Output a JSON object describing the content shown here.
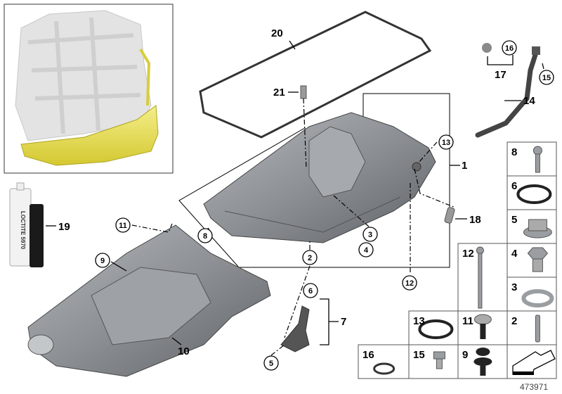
{
  "diagram": {
    "catalog_number": "473971",
    "product_label": "LOCTITE 5970",
    "plain_labels": [
      {
        "id": "20"
      },
      {
        "id": "21"
      },
      {
        "id": "17"
      },
      {
        "id": "14"
      },
      {
        "id": "1"
      },
      {
        "id": "18"
      },
      {
        "id": "19"
      },
      {
        "id": "7"
      },
      {
        "id": "10"
      }
    ],
    "circled_labels": [
      {
        "id": "16"
      },
      {
        "id": "15"
      },
      {
        "id": "13"
      },
      {
        "id": "8"
      },
      {
        "id": "3"
      },
      {
        "id": "4"
      },
      {
        "id": "2"
      },
      {
        "id": "11"
      },
      {
        "id": "9"
      },
      {
        "id": "12"
      },
      {
        "id": "6"
      },
      {
        "id": "5"
      }
    ],
    "parts_grid": [
      {
        "id": "8",
        "part": "bolt"
      },
      {
        "id": "6",
        "part": "o-ring"
      },
      {
        "id": "5",
        "part": "flange-nut"
      },
      {
        "id": "4",
        "part": "hex-plug"
      },
      {
        "id": "3",
        "part": "washer"
      },
      {
        "id": "2",
        "part": "stud"
      },
      {
        "id": "12",
        "part": "long-bolt"
      },
      {
        "id": "11",
        "part": "expansion-rivet"
      },
      {
        "id": "9",
        "part": "push-rivet"
      },
      {
        "id": "13",
        "part": "o-ring"
      },
      {
        "id": "15",
        "part": "hex-bolt"
      },
      {
        "id": "16",
        "part": "seal-ring"
      }
    ],
    "colors": {
      "pan": "#8e9296",
      "engine": "#e6e6e6",
      "highlight": "#e8e060"
    }
  }
}
